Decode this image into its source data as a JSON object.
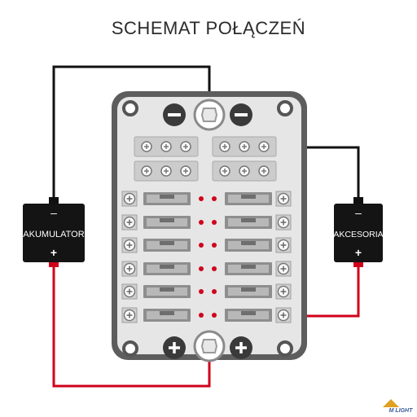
{
  "title": "SCHEMAT POŁĄCZEŃ",
  "battery": {
    "label": "AKUMULATOR",
    "minus": "–",
    "plus": "+"
  },
  "accessory": {
    "label": "AKCESORIA",
    "minus": "–",
    "plus": "+"
  },
  "fuse_rows": 6,
  "wires": {
    "negative_color": "#111111",
    "positive_color": "#d0021b"
  },
  "watermark": "M LIGHT"
}
